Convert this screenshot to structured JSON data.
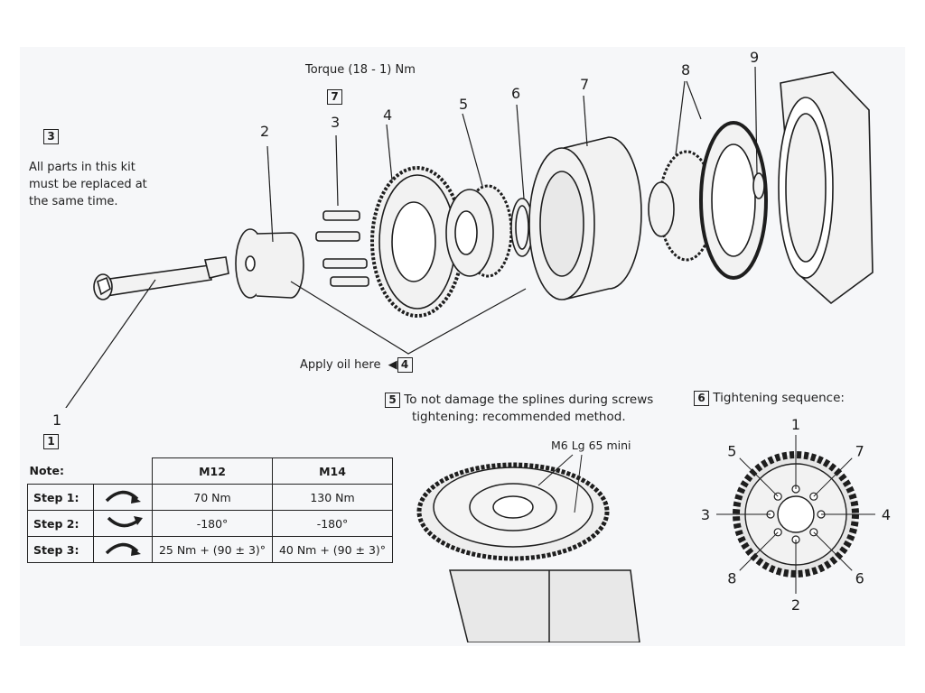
{
  "notes": {
    "replace_all": "All parts in this kit must be replaced at the same time.",
    "replace_all_lines": [
      "All parts in this kit",
      "must be replaced at",
      "the same time."
    ],
    "torque": "Torque (18 - 1) Nm",
    "apply_oil": "Apply oil here",
    "splines_lines": [
      "To not damage the splines during screws",
      "tightening: recommended method."
    ],
    "screw_spec": "M6 Lg 65 mini",
    "tightening": "Tightening sequence:"
  },
  "step_badges": [
    "3",
    "7",
    "4",
    "5",
    "6",
    "1"
  ],
  "part_numbers": [
    "1",
    "2",
    "3",
    "4",
    "5",
    "6",
    "7",
    "8",
    "9"
  ],
  "torque_table": {
    "note_label": "Note:",
    "headers": [
      "M12",
      "M14"
    ],
    "rows": [
      {
        "step": "Step 1:",
        "m12": "70 Nm",
        "m14": "130 Nm"
      },
      {
        "step": "Step 2:",
        "m12": "-180°",
        "m14": "-180°"
      },
      {
        "step": "Step 3:",
        "m12": "25 Nm + (90 ± 3)°",
        "m14": "40 Nm + (90 ± 3)°"
      }
    ]
  },
  "sequence_numbers": [
    "1",
    "2",
    "3",
    "4",
    "5",
    "6",
    "7",
    "8"
  ],
  "colors": {
    "ink": "#1e1e1e",
    "paper": "#f6f7f9",
    "gear_fill": "#e6e6e6"
  }
}
